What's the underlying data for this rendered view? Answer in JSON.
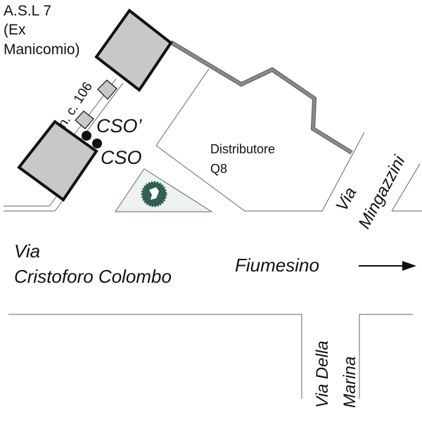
{
  "labels": {
    "asl_line1": "A.S.L 7",
    "asl_line2": "(Ex",
    "asl_line3": "Manicomio)",
    "nc106": "n. c. 106",
    "cso_prime": "CSO’",
    "cso": "CSO",
    "distributore_line1": "Distributore",
    "distributore_line2": "Q8",
    "via_mingazzini_line1": "Via",
    "via_mingazzini_line2": "Mingazzini",
    "via_colombo_line1": "Via",
    "via_colombo_line2": "Cristoforo Colombo",
    "fiumesino": "Fiumesino",
    "via_della_marina_line1": "Via Della",
    "via_della_marina_line2": "Marina"
  },
  "colors": {
    "building_fill": "#c8c8c8",
    "wall": "#8a8a8a",
    "tree": "#2f5f55",
    "garden_fill": "#eef3f0"
  },
  "icons": [
    "building",
    "tree",
    "arrow-right",
    "marker-dot"
  ]
}
